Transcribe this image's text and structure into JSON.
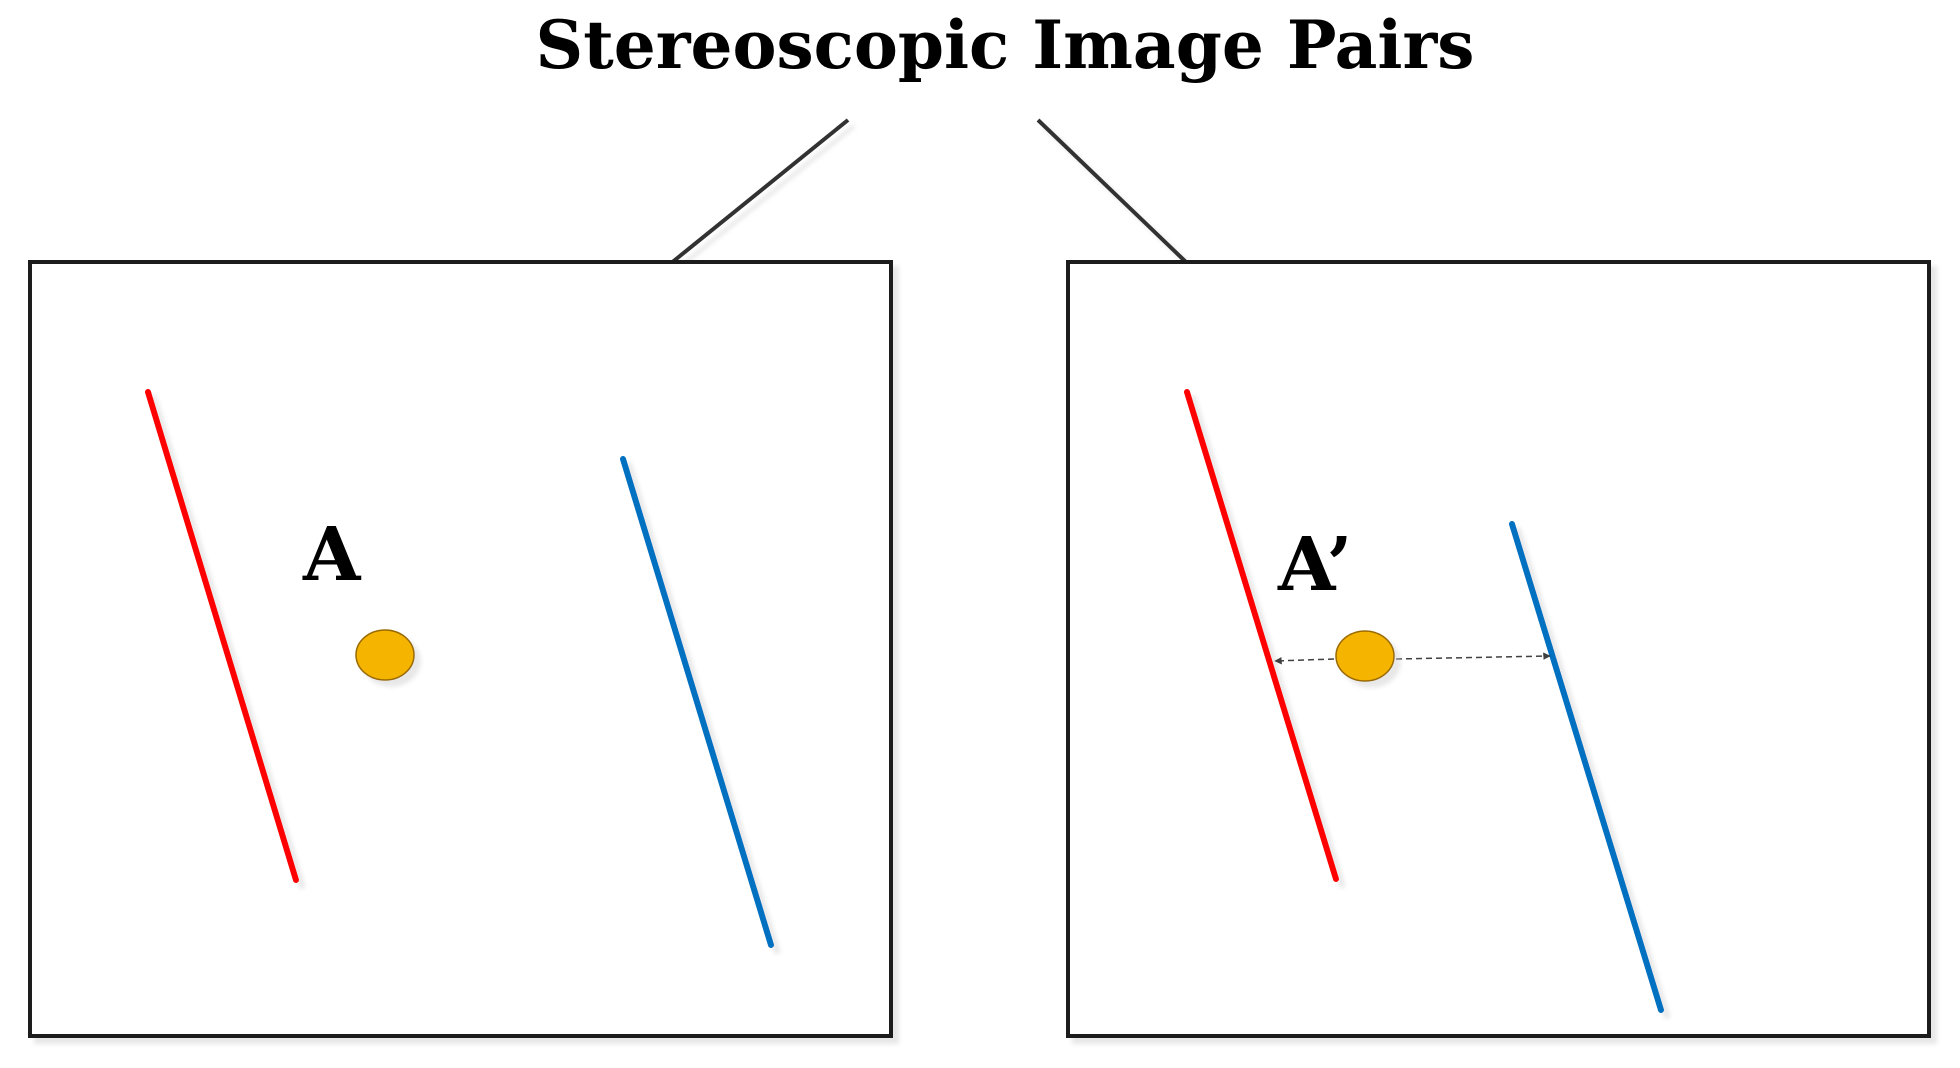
{
  "title": "Stereoscopic Image Pairs",
  "left_image": {
    "point_label": "A"
  },
  "right_image": {
    "point_label": "A’"
  },
  "colors": {
    "frame": "#1a1a1a",
    "connector": "#333333",
    "shadow": "#d9d9d9",
    "left_line": "#ff0000",
    "right_line": "#0070c0",
    "point_fill": "#f4b400",
    "point_stroke": "#9a6b00",
    "arrow": "#404040"
  },
  "icons": {
    "point": "filled-ellipse",
    "arrow_head": "triangle-arrowhead"
  }
}
